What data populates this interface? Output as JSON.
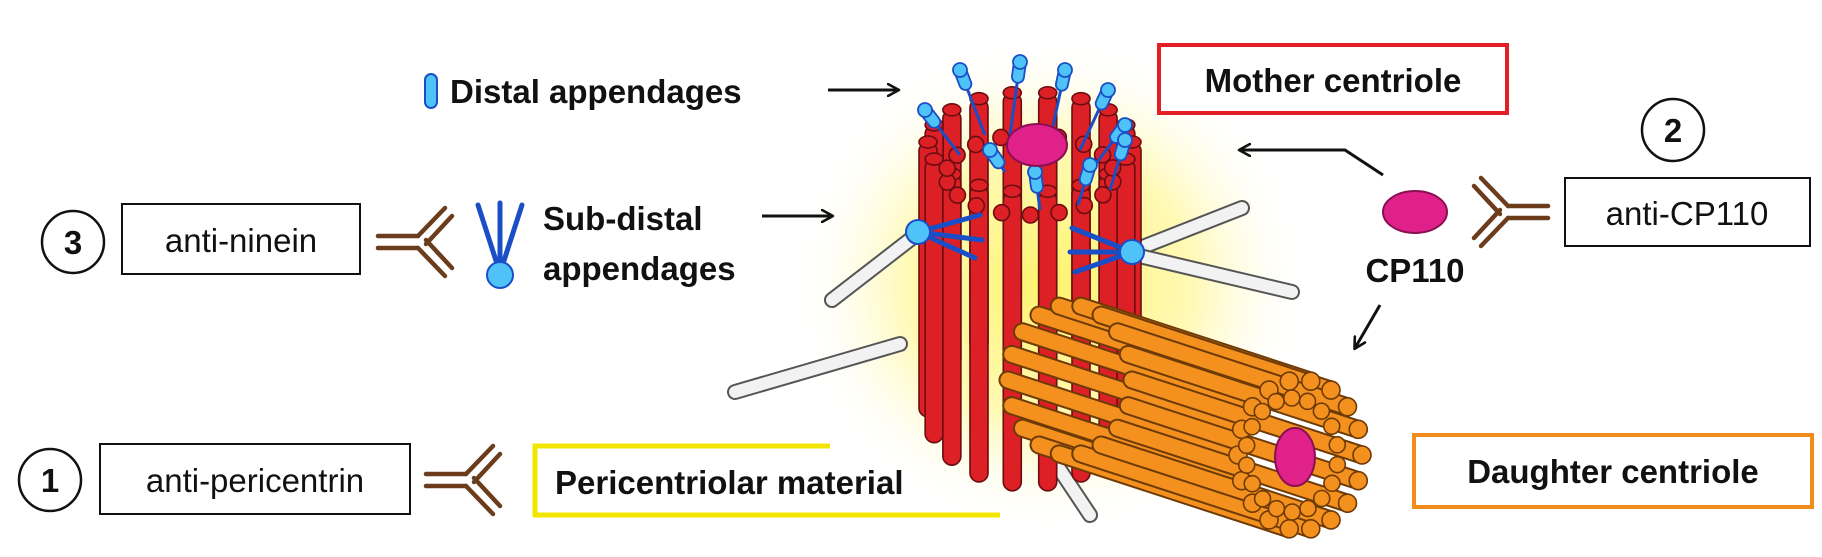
{
  "labels": {
    "distal_appendages": "Distal appendages",
    "subdistal_line1": "Sub-distal",
    "subdistal_line2": "appendages",
    "mother_centriole": "Mother centriole",
    "daughter_centriole": "Daughter centriole",
    "pericentriolar_material": "Pericentriolar material",
    "cp110": "CP110"
  },
  "antibodies": [
    {
      "number": "1",
      "label": "anti-pericentrin"
    },
    {
      "number": "2",
      "label": "anti-CP110"
    },
    {
      "number": "3",
      "label": "anti-ninein"
    }
  ],
  "colors": {
    "mother": "#dd1f26",
    "daughter": "#f4911e",
    "pcm_glow": "#fff36b",
    "pcm_box": "#f2e600",
    "cp110": "#e0218a",
    "appendage_blue": "#1a4ec7",
    "appendage_cyan": "#4fc3f7",
    "antibody_brown": "#6b3d1c",
    "mother_box": "#e31e25",
    "daughter_box": "#f28c1b"
  }
}
